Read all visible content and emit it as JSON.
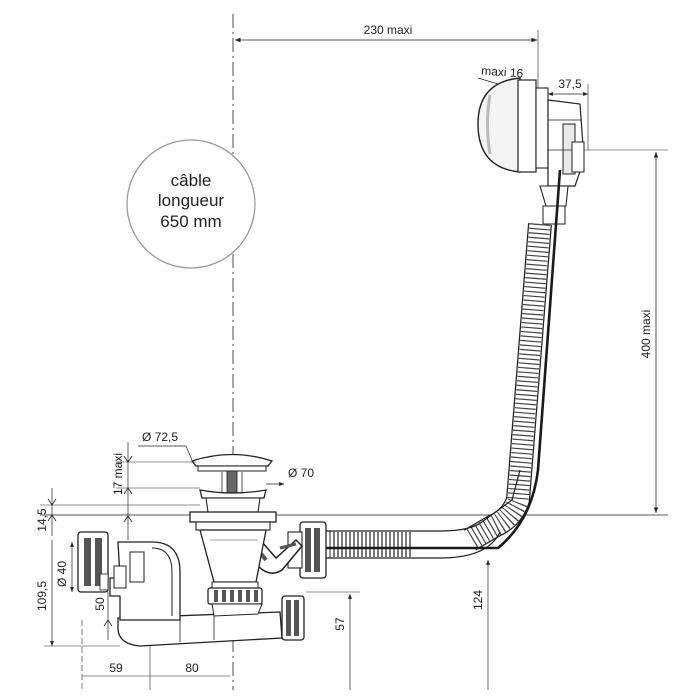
{
  "cable_note": {
    "line1": "câble",
    "line2": "longueur",
    "line3": "650 mm"
  },
  "dimensions": {
    "max_reach": "230 maxi",
    "overflow_depth": "maxi 16",
    "overflow_width": "37,5",
    "overflow_height": "400 maxi",
    "plug_diameter": "Ø 72,5",
    "plug_rise": "17 maxi",
    "waste_diameter": "Ø 70",
    "thickness": "14,5",
    "pipe_diameter": "Ø 40",
    "trap_height": "109,5",
    "outlet_offset": "50",
    "elbow_height": "124",
    "tube_height": "57",
    "left_span": "59",
    "middle_span": "80"
  },
  "colors": {
    "stroke": "#222222",
    "light": "#bdbdbd",
    "cable": "#1a1a1a"
  }
}
